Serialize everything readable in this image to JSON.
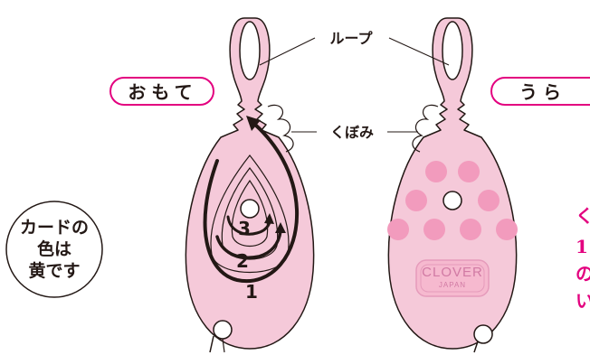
{
  "labels": {
    "front": "おもて",
    "back": "うら",
    "loop": "ループ",
    "dent": "くぼみ",
    "step_1": "1",
    "step_2": "2",
    "step_3": "3",
    "note_line_1": "カードの",
    "note_line_2": "色は",
    "note_line_3": "黄です",
    "logo_brand": "CLOVER",
    "logo_country": "JAPAN",
    "side_line_1": "く",
    "side_line_2": "1",
    "side_line_3": "の",
    "side_line_4": "い"
  },
  "colors": {
    "card_fill": "#f5c9d9",
    "outline": "#231815",
    "dot_fill": "#f29bbd",
    "pill_outline": "#e3007f",
    "side_text": "#e3007f"
  }
}
